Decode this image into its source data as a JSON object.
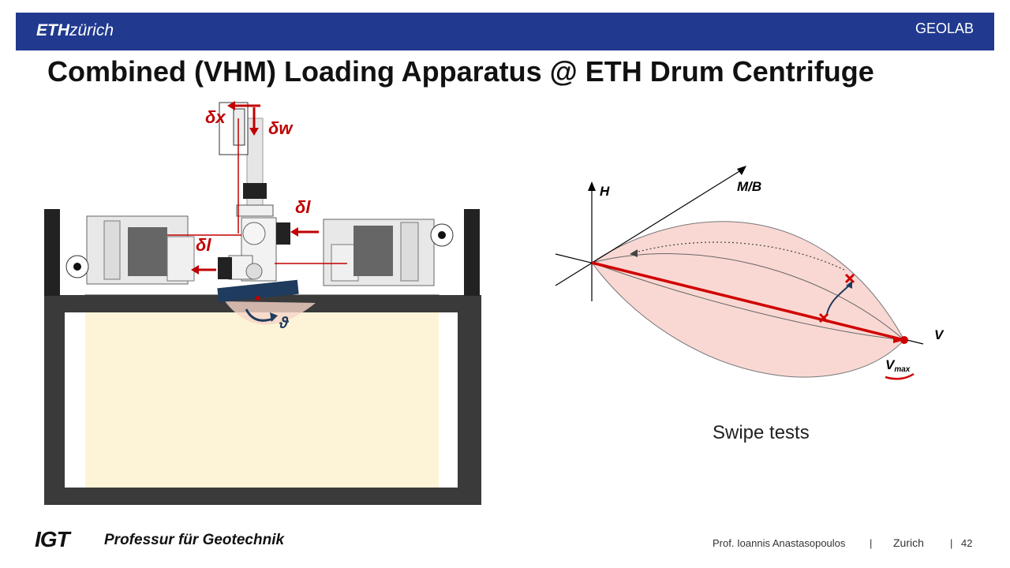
{
  "header": {
    "logo_bold": "ETH",
    "logo_rest": "zürich",
    "lab": "GEOLAB"
  },
  "slide": {
    "title": "Combined (VHM) Loading Apparatus @ ETH Drum Centrifuge"
  },
  "apparatus_labels": {
    "dx": "δx",
    "dw": "δw",
    "dl_right": "δl",
    "dl_left": "δl",
    "theta": "ϑ"
  },
  "plot_labels": {
    "h_axis": "H",
    "mb_axis": "M/B",
    "v_axis": "V",
    "vmax_main": "V",
    "vmax_sub": "max",
    "caption": "Swipe tests"
  },
  "footer": {
    "logo": "IGT",
    "professorship": "Professur für Geotechnik",
    "author": "Prof. Ioannis Anastasopoulos",
    "sep1": "|",
    "city": "Zurich",
    "sep2": "|",
    "page": "42"
  },
  "colors": {
    "brand_blue": "#213a8f",
    "accent_red": "#c00000",
    "sand": "#fdf4d8",
    "envelope_fill": "#f9d8d3"
  }
}
